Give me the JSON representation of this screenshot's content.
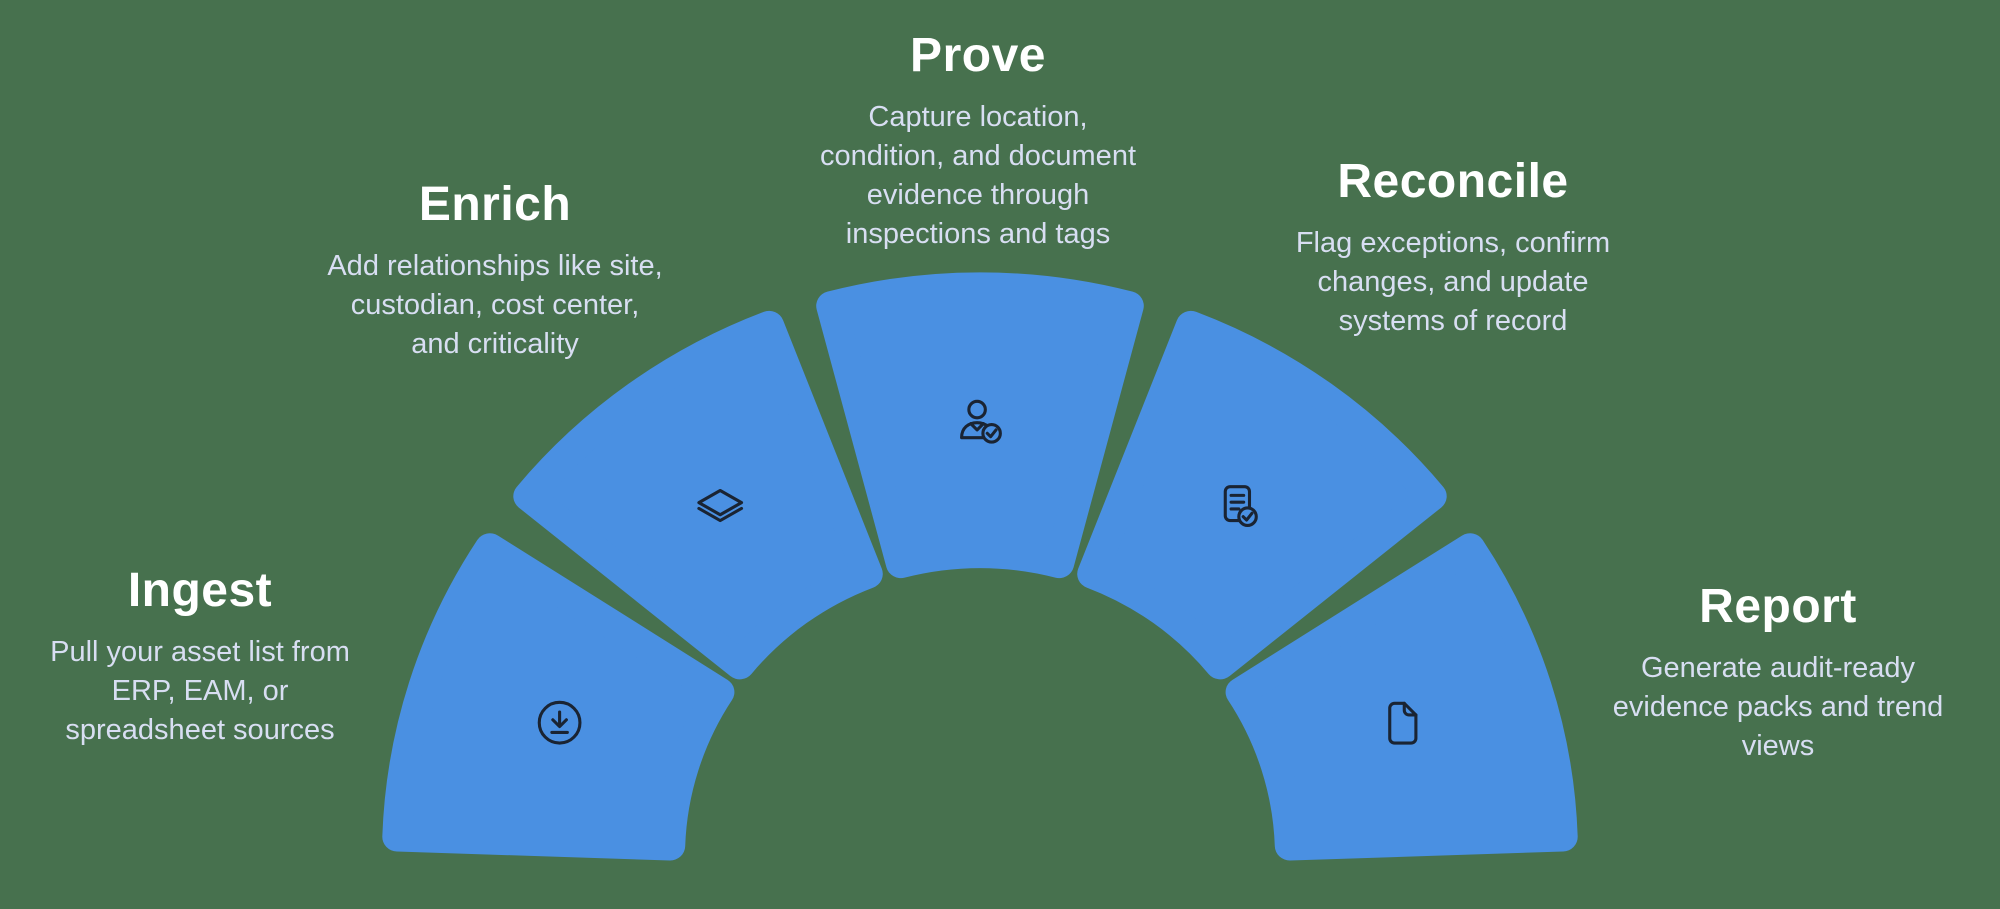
{
  "diagram_title": "",
  "colors": {
    "background": "#47714e",
    "segment": "#4a90e2",
    "icon_stroke": "#1a2433",
    "stage_title": "#ffffff",
    "stage_description": "#d8def2"
  },
  "stages": [
    {
      "id": "ingest",
      "title": "Ingest",
      "description": "Pull your asset list from\nERP, EAM, or\nspreadsheet sources",
      "icon": "download-icon"
    },
    {
      "id": "enrich",
      "title": "Enrich",
      "description": "Add relationships like site,\ncustodian, cost center,\nand criticality",
      "icon": "layers-icon"
    },
    {
      "id": "prove",
      "title": "Prove",
      "description": "Capture location,\ncondition, and document\nevidence through\ninspections and tags",
      "icon": "user-check-icon"
    },
    {
      "id": "reconcile",
      "title": "Reconcile",
      "description": "Flag exceptions, confirm\nchanges, and update\nsystems of record",
      "icon": "document-check-icon"
    },
    {
      "id": "report",
      "title": "Report",
      "description": "Generate audit-ready\nevidence packs and trend\nviews",
      "icon": "file-icon"
    }
  ]
}
